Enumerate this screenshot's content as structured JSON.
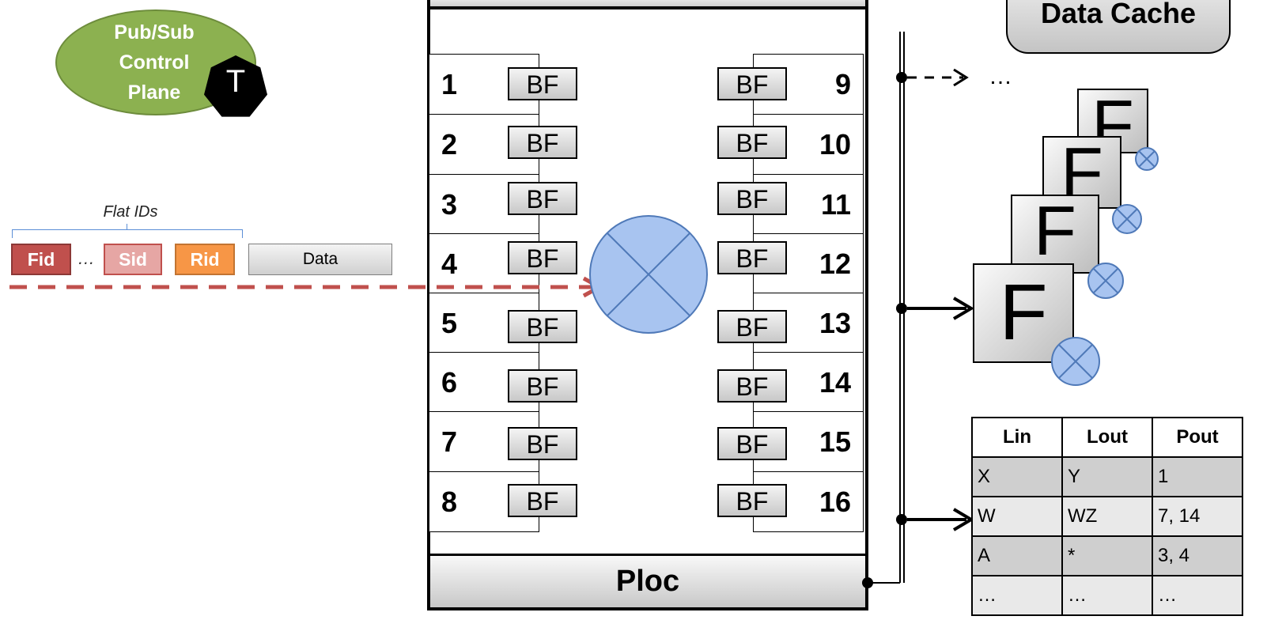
{
  "control_plane": {
    "lines": [
      "Pub/Sub",
      "Control",
      "Plane"
    ],
    "node_label": "T"
  },
  "packet": {
    "flat_ids_label": "Flat IDs",
    "fields": [
      "Fid",
      "Sid",
      "Rid"
    ],
    "ellipsis": "…",
    "data_label": "Data"
  },
  "router": {
    "left_ports": [
      "1",
      "2",
      "3",
      "4",
      "5",
      "6",
      "7",
      "8"
    ],
    "right_ports": [
      "9",
      "10",
      "11",
      "12",
      "13",
      "14",
      "15",
      "16"
    ],
    "bf_label": "BF",
    "ploc_label": "Ploc"
  },
  "cache": {
    "title": "Data Cache",
    "ellipsis": "…",
    "filter_label": "F"
  },
  "table": {
    "headers": [
      "Lin",
      "Lout",
      "Pout"
    ],
    "rows": [
      [
        "X",
        "Y",
        "1"
      ],
      [
        "W",
        "WZ",
        "7, 14"
      ],
      [
        "A",
        "*",
        "3, 4"
      ],
      [
        "…",
        "…",
        "…"
      ]
    ]
  },
  "colors": {
    "control_plane": "#8cb150",
    "fid": "#c0504d",
    "sid": "#e6a6a4",
    "rid": "#f79646",
    "dashed_arrow": "#c0504d",
    "combiner": "#a8c4f0"
  }
}
